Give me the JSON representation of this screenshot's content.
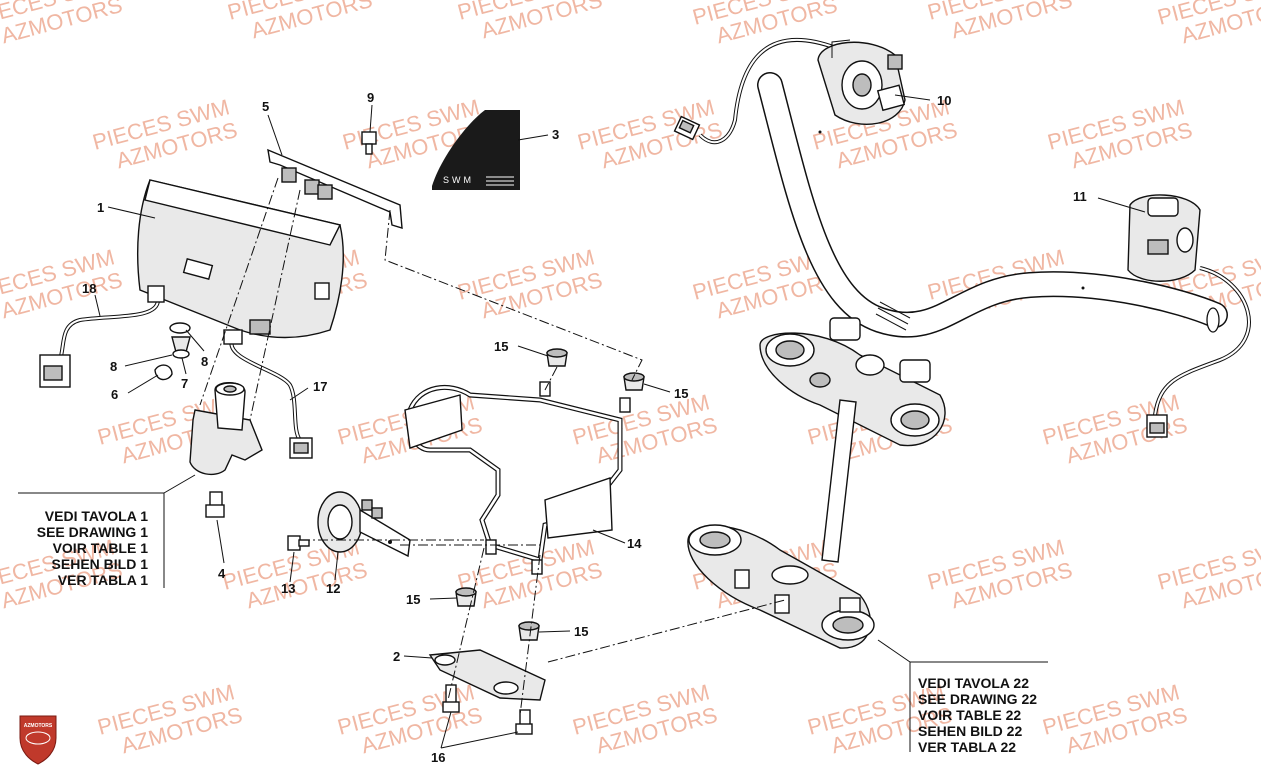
{
  "watermark": {
    "line1": "PIECES SWM",
    "line2": "AZMOTORS"
  },
  "decal_text": "SWM",
  "logo_text": "AZMOTORS",
  "callouts": {
    "c1": "1",
    "c2": "2",
    "c3": "3",
    "c4": "4",
    "c5": "5",
    "c6": "6",
    "c7": "7",
    "c8a": "8",
    "c8b": "8",
    "c9": "9",
    "c10": "10",
    "c11": "11",
    "c12": "12",
    "c13": "13",
    "c14": "14",
    "c15a": "15",
    "c15b": "15",
    "c15c": "15",
    "c15d": "15",
    "c16": "16",
    "c17": "17",
    "c18": "18"
  },
  "note_left": [
    "VEDI TAVOLA 1",
    "SEE DRAWING 1",
    "VOIR TABLE 1",
    "SEHEN BILD 1",
    "VER TABLA 1"
  ],
  "note_right": [
    "VEDI TAVOLA 22",
    "SEE DRAWING 22",
    "VOIR TABLE 22",
    "SEHEN BILD 22",
    "VER TABLA 22"
  ],
  "colors": {
    "watermark": "#f0b7a3",
    "logo": "#c0392b"
  }
}
